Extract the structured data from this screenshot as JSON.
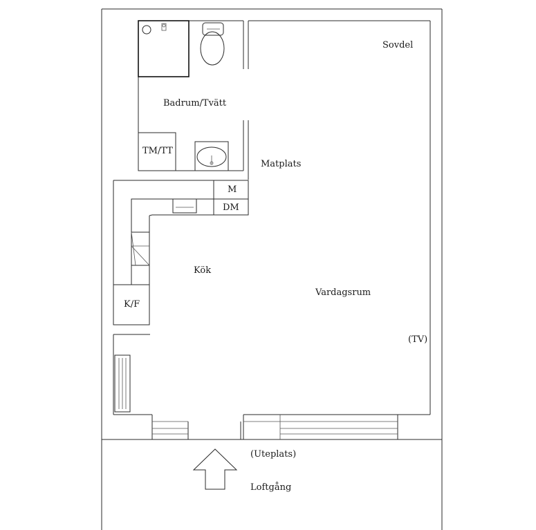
{
  "labels": {
    "sovdel": "Sovdel",
    "badrum": "Badrum/Tvätt",
    "tmtt": "TM/TT",
    "matplats": "Matplats",
    "m": "M",
    "dm": "DM",
    "kok": "Kök",
    "kf": "K/F",
    "vardagsrum": "Vardagsrum",
    "tv": "(TV)",
    "uteplats": "(Uteplats)",
    "loftgang": "Loftgång"
  },
  "colors": {
    "line": "#2a2a2a",
    "background": "#ffffff"
  }
}
